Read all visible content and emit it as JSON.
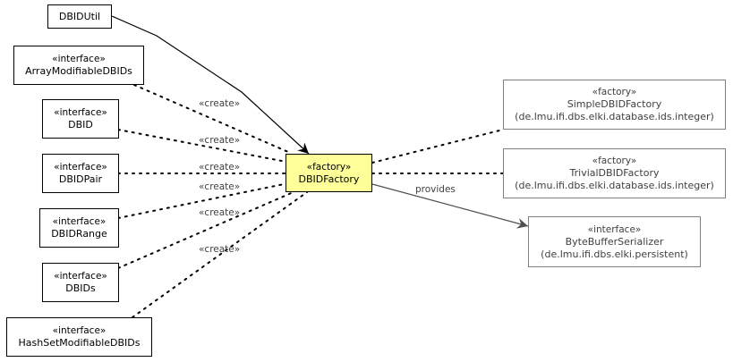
{
  "diagram": {
    "nodes": {
      "dbidutil": {
        "name": "DBIDUtil"
      },
      "arraymod": {
        "stereotype": "«interface»",
        "name": "ArrayModifiableDBIDs"
      },
      "dbid": {
        "stereotype": "«interface»",
        "name": "DBID"
      },
      "dbidpair": {
        "stereotype": "«interface»",
        "name": "DBIDPair"
      },
      "dbidrange": {
        "stereotype": "«interface»",
        "name": "DBIDRange"
      },
      "dbids": {
        "stereotype": "«interface»",
        "name": "DBIDs"
      },
      "hashsetmod": {
        "stereotype": "«interface»",
        "name": "HashSetModifiableDBIDs"
      },
      "factory": {
        "stereotype": "«factory»",
        "name": "DBIDFactory"
      },
      "simple": {
        "stereotype": "«factory»",
        "name": "SimpleDBIDFactory",
        "package": "(de.lmu.ifi.dbs.elki.database.ids.integer)"
      },
      "trivial": {
        "stereotype": "«factory»",
        "name": "TrivialDBIDFactory",
        "package": "(de.lmu.ifi.dbs.elki.database.ids.integer)"
      },
      "serializer": {
        "stereotype": "«interface»",
        "name": "ByteBufferSerializer",
        "package": "(de.lmu.ifi.dbs.elki.persistent)"
      }
    },
    "edge_labels": {
      "create_arraymod": "«create»",
      "create_dbid": "«create»",
      "create_dbidpair": "«create»",
      "create_dbidrange": "«create»",
      "create_dbids": "«create»",
      "create_hashsetmod": "«create»",
      "provides": "provides"
    }
  }
}
